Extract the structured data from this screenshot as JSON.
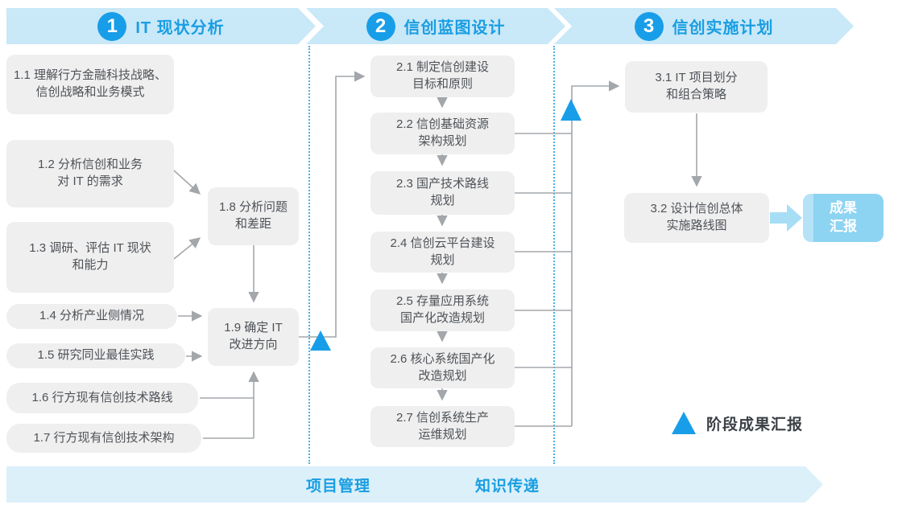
{
  "phases": [
    {
      "number": "1",
      "title": "IT 现状分析"
    },
    {
      "number": "2",
      "title": "信创蓝图设计"
    },
    {
      "number": "3",
      "title": "信创实施计划"
    }
  ],
  "boxes": {
    "b11": "1.1 理解行方金融科技战略、\n信创战略和业务模式",
    "b12": "1.2 分析信创和业务\n对 IT 的需求",
    "b13": "1.3 调研、评估 IT 现状\n和能力",
    "b14": "1.4 分析产业侧情况",
    "b15": "1.5 研究同业最佳实践",
    "b16": "1.6 行方现有信创技术路线",
    "b17": "1.7 行方现有信创技术架构",
    "b18": "1.8 分析问题\n和差距",
    "b19": "1.9 确定 IT\n改进方向",
    "b21": "2.1 制定信创建设\n目标和原则",
    "b22": "2.2 信创基础资源\n架构规划",
    "b23": "2.3 国产技术路线\n规划",
    "b24": "2.4 信创云平台建设\n规划",
    "b25": "2.5 存量应用系统\n国产化改造规划",
    "b26": "2.6 核心系统国产化\n改造规划",
    "b27": "2.7 信创系统生产\n运维规划",
    "b31": "3.1 IT 项目划分\n和组合策略",
    "b32": "3.2 设计信创总体\n实施路线图"
  },
  "result_box": "成果\n汇报",
  "legend": {
    "label": "阶段成果汇报"
  },
  "footer": {
    "labels": [
      "项目管理",
      "知识传递"
    ]
  },
  "colors": {
    "accent_blue": "#189EE8",
    "banner_fill": "#C9E8F8",
    "footer_fill": "#DCF0FA",
    "title_blue": "#1A9EE2",
    "box_fill": "#EFEFEF",
    "box_text": "#4E5257",
    "line_gray": "#A3A7AB",
    "result_fill": "#8DD3F2",
    "result_stripe": "#B5E2F7",
    "dotted_separator": "#45B2E6"
  }
}
